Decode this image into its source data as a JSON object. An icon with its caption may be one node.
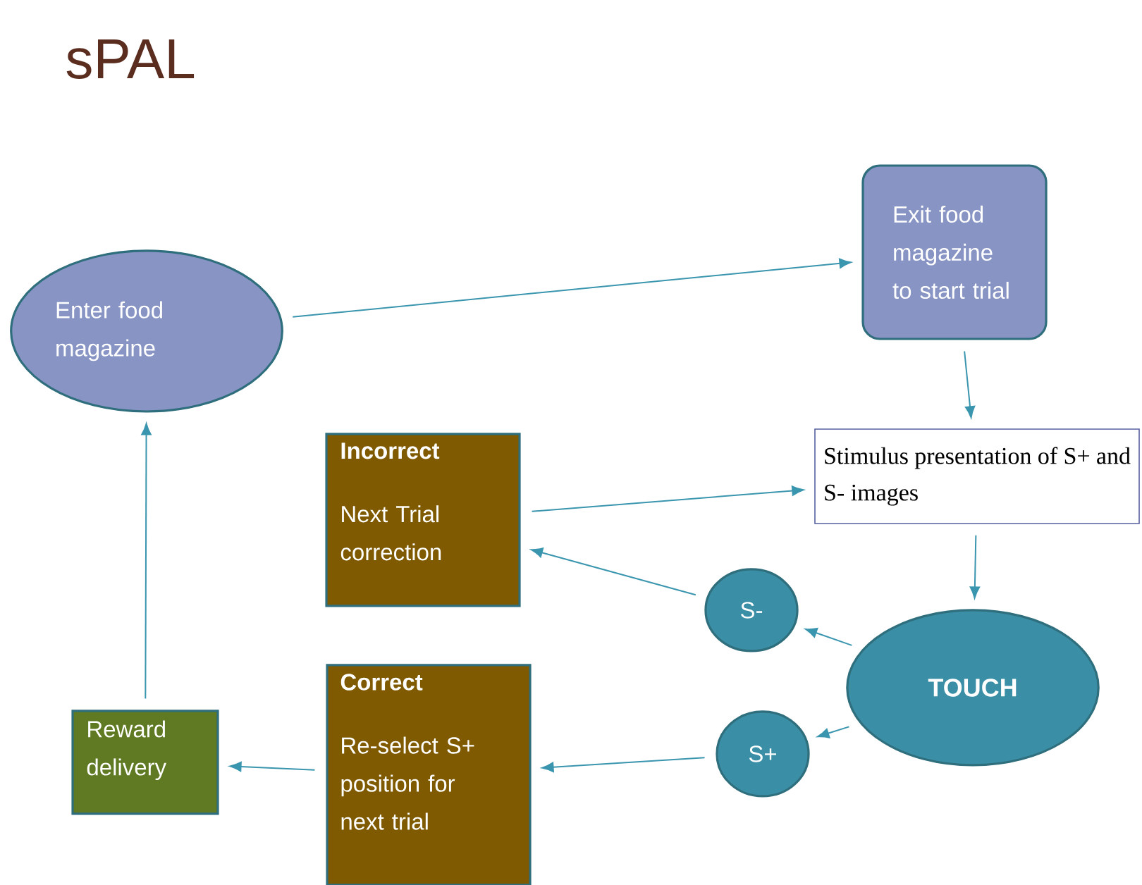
{
  "diagram": {
    "title": "sPAL",
    "nodes": [
      {
        "text": [
          "Enter food magazine"
        ]
      },
      {
        "text": [
          "Exit food magazine to start trial"
        ]
      },
      {
        "text": [
          "Incorrect",
          "Next Trial correction"
        ]
      },
      {
        "text": [
          "Stimulus presentation of S+ and S- images"
        ]
      },
      {
        "text": [
          "S-"
        ]
      },
      {
        "text": [
          "TOUCH"
        ]
      },
      {
        "text": [
          "S+"
        ]
      },
      {
        "text": [
          "Correct",
          "Re-select S+ position for next trial"
        ]
      },
      {
        "text": [
          "Reward delivery"
        ]
      }
    ],
    "edges": [
      {
        "from": 0,
        "to": 1,
        "arrow": "to"
      },
      {
        "from": 1,
        "to": 3,
        "arrow": "to"
      },
      {
        "from": 2,
        "to": 3,
        "arrow": "to"
      },
      {
        "from": 3,
        "to": 5,
        "arrow": "to"
      },
      {
        "from": 5,
        "to": 4,
        "arrow": "to"
      },
      {
        "from": 4,
        "to": 2,
        "arrow": "to"
      },
      {
        "from": 5,
        "to": 6,
        "arrow": "to"
      },
      {
        "from": 6,
        "to": 7,
        "arrow": "to"
      },
      {
        "from": 7,
        "to": 8,
        "arrow": "to"
      },
      {
        "from": 8,
        "to": 0,
        "arrow": "to"
      }
    ]
  }
}
